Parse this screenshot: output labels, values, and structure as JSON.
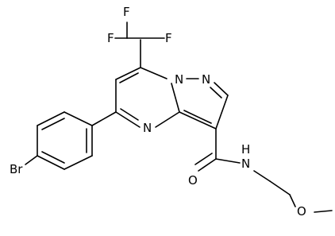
{
  "molecule": {
    "atom_labels": {
      "f1": "F",
      "f2": "F",
      "f3": "F",
      "n_bridge": "N",
      "n_pyrazole": "N",
      "n_pyrimidine": "N",
      "br": "Br",
      "o_carbonyl": "O",
      "n_amide": "N",
      "h_amide": "H",
      "o_ether": "O"
    }
  }
}
